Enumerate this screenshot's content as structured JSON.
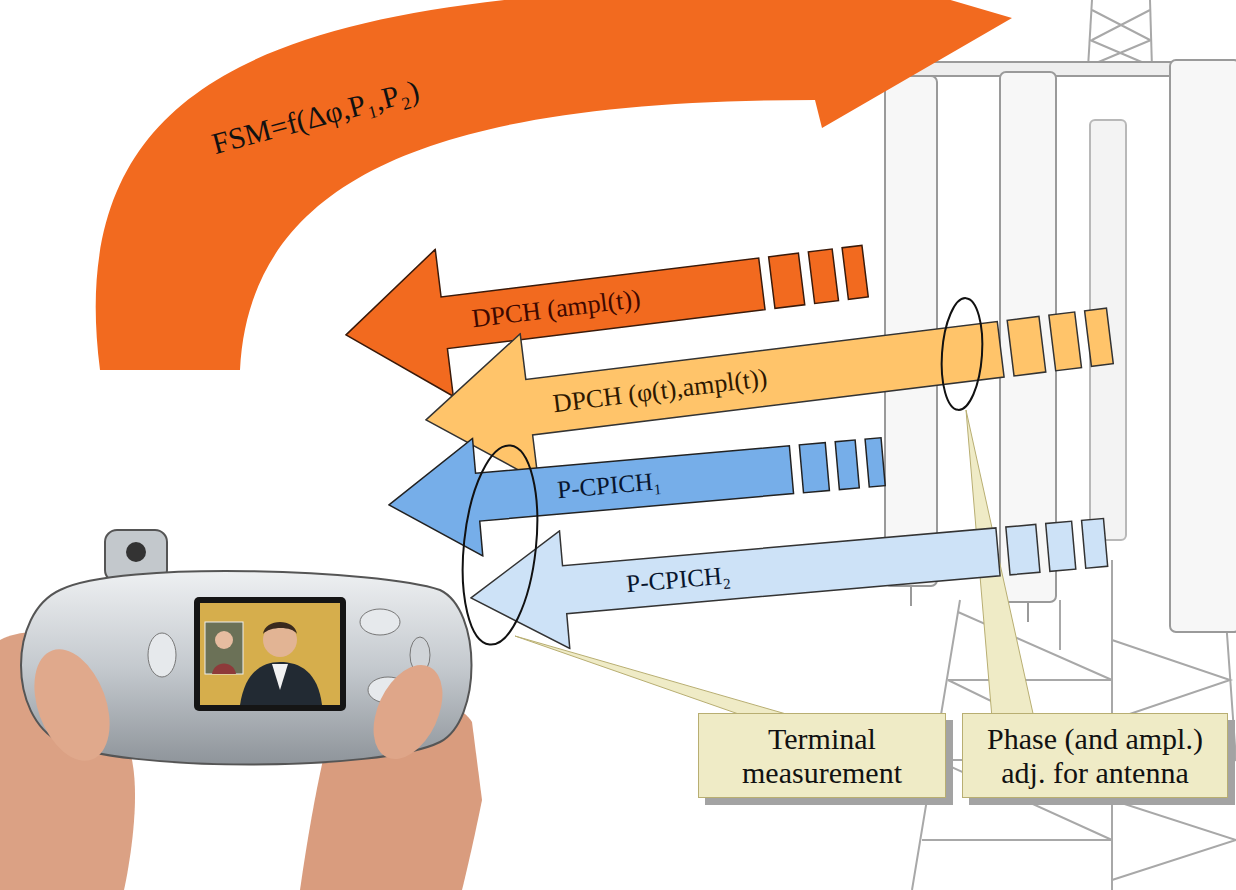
{
  "diagram": {
    "nodes": [
      {
        "text": [
          "DPCH (ampl(t))"
        ]
      },
      {
        "text": [
          "DPCH (φ(t),ampl(t))"
        ]
      },
      {
        "text": [
          "P-CPICH₁"
        ]
      },
      {
        "text": [
          "P-CPICH₂"
        ]
      },
      {
        "text": [
          "Terminal measurement"
        ]
      },
      {
        "text": [
          "Phase (and ampl.) adj. for antenna"
        ]
      }
    ],
    "labels": [
      "FSM=f(Δφ,P₁,P₂)"
    ]
  }
}
